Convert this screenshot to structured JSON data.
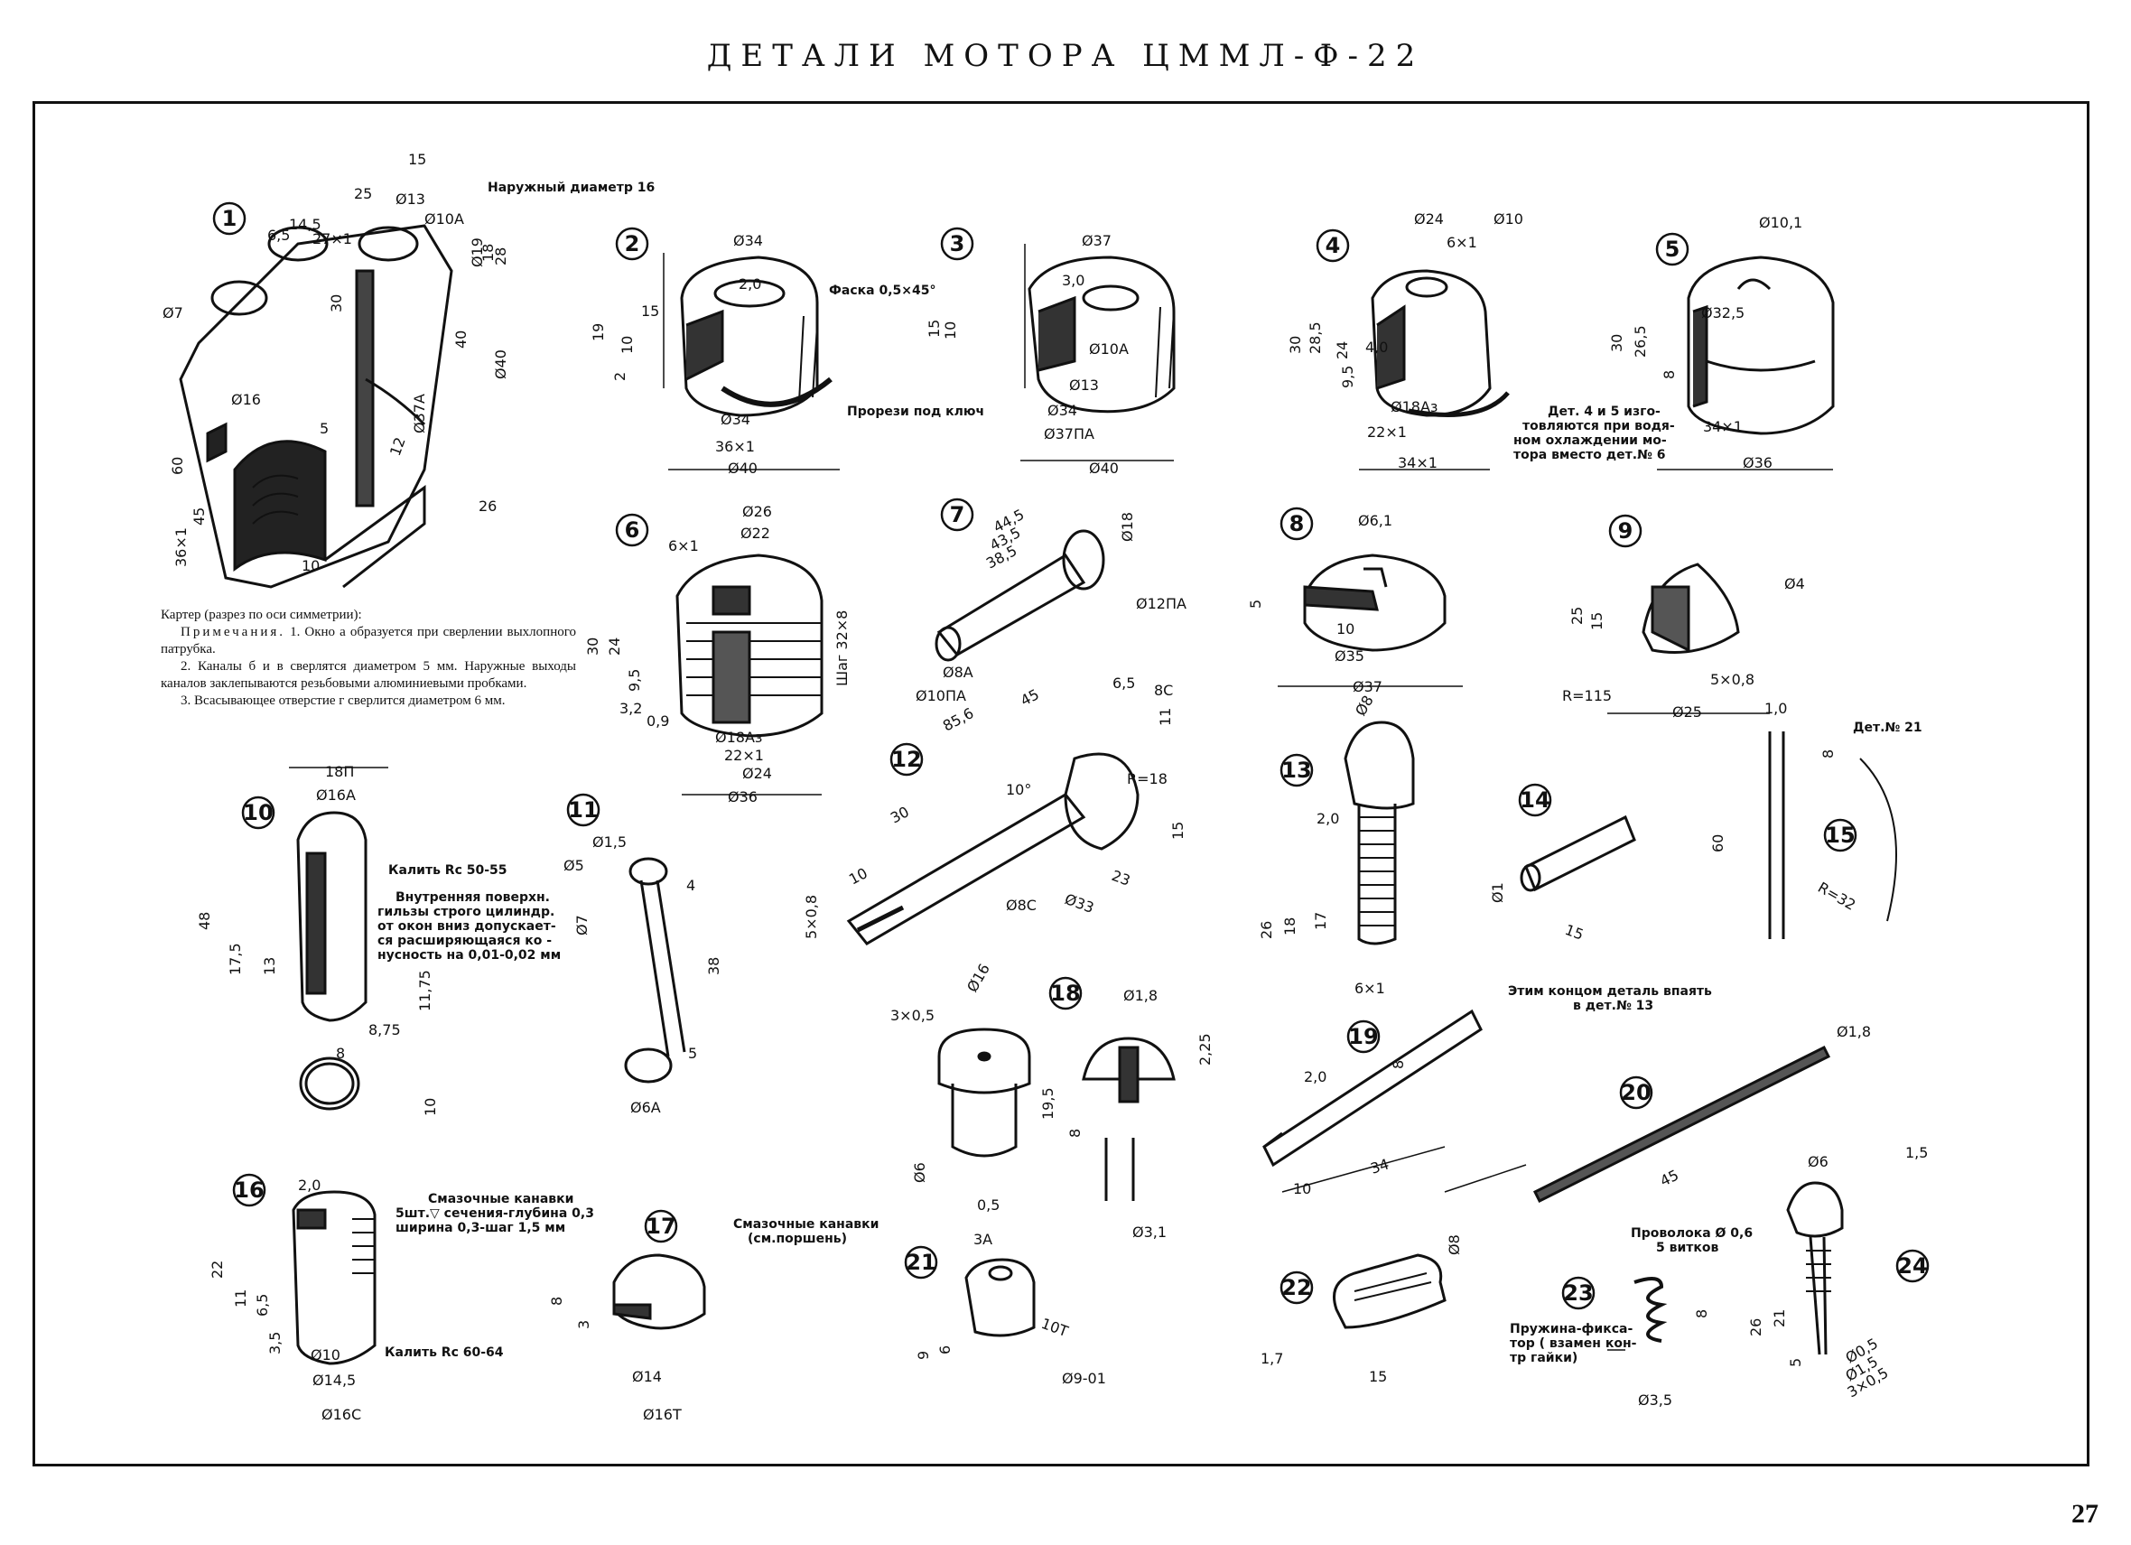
{
  "page_title": "ДЕТАЛИ МОТОРА ЦММЛ-Ф-22",
  "page_number": "27",
  "caption": {
    "heading": "Картер (разрез по оси симметрии):",
    "notes_label": "Примечания.",
    "note1": "1. Окно а образуется при сверлении выхлопного патрубка.",
    "note2": "2. Каналы б и в сверлятся диаметром 5 мм. Наружные выходы каналов заклепываются резьбовыми алюминиевыми пробками.",
    "note3": "3. Всасывающее отверстие г сверлится диаметром 6 мм."
  },
  "parts": [
    {
      "num": "1",
      "labels": [
        "Наружный диаметр 16",
        "Ø13",
        "Ø10А",
        "Ø7",
        "Ø16",
        "Ø37А",
        "Ø40",
        "15",
        "25",
        "14,5",
        "6,5",
        "27×1",
        "30",
        "28",
        "60",
        "26",
        "45",
        "36×1",
        "10",
        "12",
        "Ø19",
        "18",
        "40",
        "5"
      ]
    },
    {
      "num": "2",
      "labels": [
        "Ø34",
        "Фаска 0,5×45°",
        "2,0",
        "15",
        "19",
        "10",
        "2",
        "Ø34",
        "36×1",
        "Прорези под ключ",
        "Ø40"
      ]
    },
    {
      "num": "3",
      "labels": [
        "Ø37",
        "3,0",
        "15",
        "10",
        "Ø10А",
        "Ø13",
        "Ø34",
        "Ø37ПА",
        "Ø40"
      ]
    },
    {
      "num": "4",
      "labels": [
        "Ø24",
        "Ø10",
        "6×1",
        "30",
        "28,5",
        "24",
        "4,0",
        "9,5",
        "Ø18Аз",
        "22×1",
        "34×1"
      ]
    },
    {
      "num": "5",
      "labels": [
        "Ø10,1",
        "Ø32,5",
        "30",
        "26,5",
        "8",
        "34×1",
        "Ø36",
        "Дет. 4 и 5 изготовляются при водяном охлаждении мотора вместо дет.№6"
      ]
    },
    {
      "num": "6",
      "labels": [
        "Ø26",
        "Ø22",
        "6×1",
        "30",
        "24",
        "9,5",
        "3,2",
        "0,9",
        "Ø18Аз",
        "22×1",
        "Ø24",
        "Ø36",
        "Шаг 32×8"
      ]
    },
    {
      "num": "7",
      "labels": [
        "44,5",
        "43,5",
        "38,5",
        "Ø18",
        "Ø12ПА",
        "Ø8А",
        "Ø10ПА"
      ]
    },
    {
      "num": "8",
      "labels": [
        "Ø6,1",
        "5",
        "10",
        "Ø35",
        "Ø37"
      ]
    },
    {
      "num": "9",
      "labels": [
        "Ø4",
        "25",
        "15",
        "R=115",
        "5×0,8",
        "Ø25"
      ]
    },
    {
      "num": "10",
      "labels": [
        "18П",
        "Ø16А",
        "Калить Rc 50-55",
        "Внутренняя поверхн. гильзы строго цилиндр. от окон вниз допускается расширяющаяся конусность на 0,01-0,02 мм",
        "48",
        "17,5",
        "13",
        "8,75",
        "11,75",
        "8",
        "10"
      ]
    },
    {
      "num": "11",
      "labels": [
        "Ø1,5",
        "Ø5",
        "Ø7",
        "4",
        "38",
        "5",
        "Ø6А"
      ]
    },
    {
      "num": "12",
      "labels": [
        "85,6",
        "45",
        "30",
        "10",
        "5×0,8",
        "10°",
        "Ø8С",
        "Ø33",
        "23",
        "R=18",
        "15",
        "8С",
        "6,5",
        "11"
      ]
    },
    {
      "num": "13",
      "labels": [
        "Ø8",
        "2,0",
        "26",
        "18",
        "17",
        "6×1"
      ]
    },
    {
      "num": "14",
      "labels": [
        "15",
        "Ø1"
      ]
    },
    {
      "num": "15",
      "labels": [
        "1,0",
        "Дет.№ 21",
        "60",
        "R=32",
        "8"
      ]
    },
    {
      "num": "16",
      "labels": [
        "2,0",
        "Смазочные канавки 5шт.▽ сечения-глубина 0,3 ширина 0,3-шаг 1,5 мм",
        "22",
        "11",
        "6,5",
        "3,5",
        "Ø10",
        "Ø14,5",
        "Ø16С",
        "Калить Rc 60-64"
      ]
    },
    {
      "num": "17",
      "labels": [
        "Смазочные канавки (см.поршень)",
        "8",
        "3",
        "Ø14",
        "Ø16Т"
      ]
    },
    {
      "num": "18",
      "labels": [
        "Ø1,8",
        "2,25",
        "19,5",
        "8",
        "Ø3,1"
      ]
    },
    {
      "num": "19",
      "labels": [
        "2,0",
        "8",
        "10",
        "34",
        "Этим концом деталь впаять в дет.№ 13"
      ]
    },
    {
      "num": "20",
      "labels": [
        "Ø1,8",
        "45"
      ]
    },
    {
      "num": "21",
      "labels": [
        "3А",
        "9",
        "6",
        "10Т",
        "Ø9-01"
      ]
    },
    {
      "num": "22",
      "labels": [
        "Ø8",
        "1,7",
        "15"
      ]
    },
    {
      "num": "23",
      "labels": [
        "Проволока Ø0,6 5 витков",
        "8",
        "Пружина-фиксатор (взамен контр гайки)",
        "Ø3,5"
      ]
    },
    {
      "num": "24",
      "labels": [
        "Ø6",
        "1,5",
        "26",
        "21",
        "5",
        "Ø0,5",
        "Ø1,5",
        "3×0,5"
      ]
    },
    {
      "num": "misc",
      "labels": [
        "3×0,5",
        "Ø16",
        "Ø6",
        "0,5"
      ]
    }
  ]
}
